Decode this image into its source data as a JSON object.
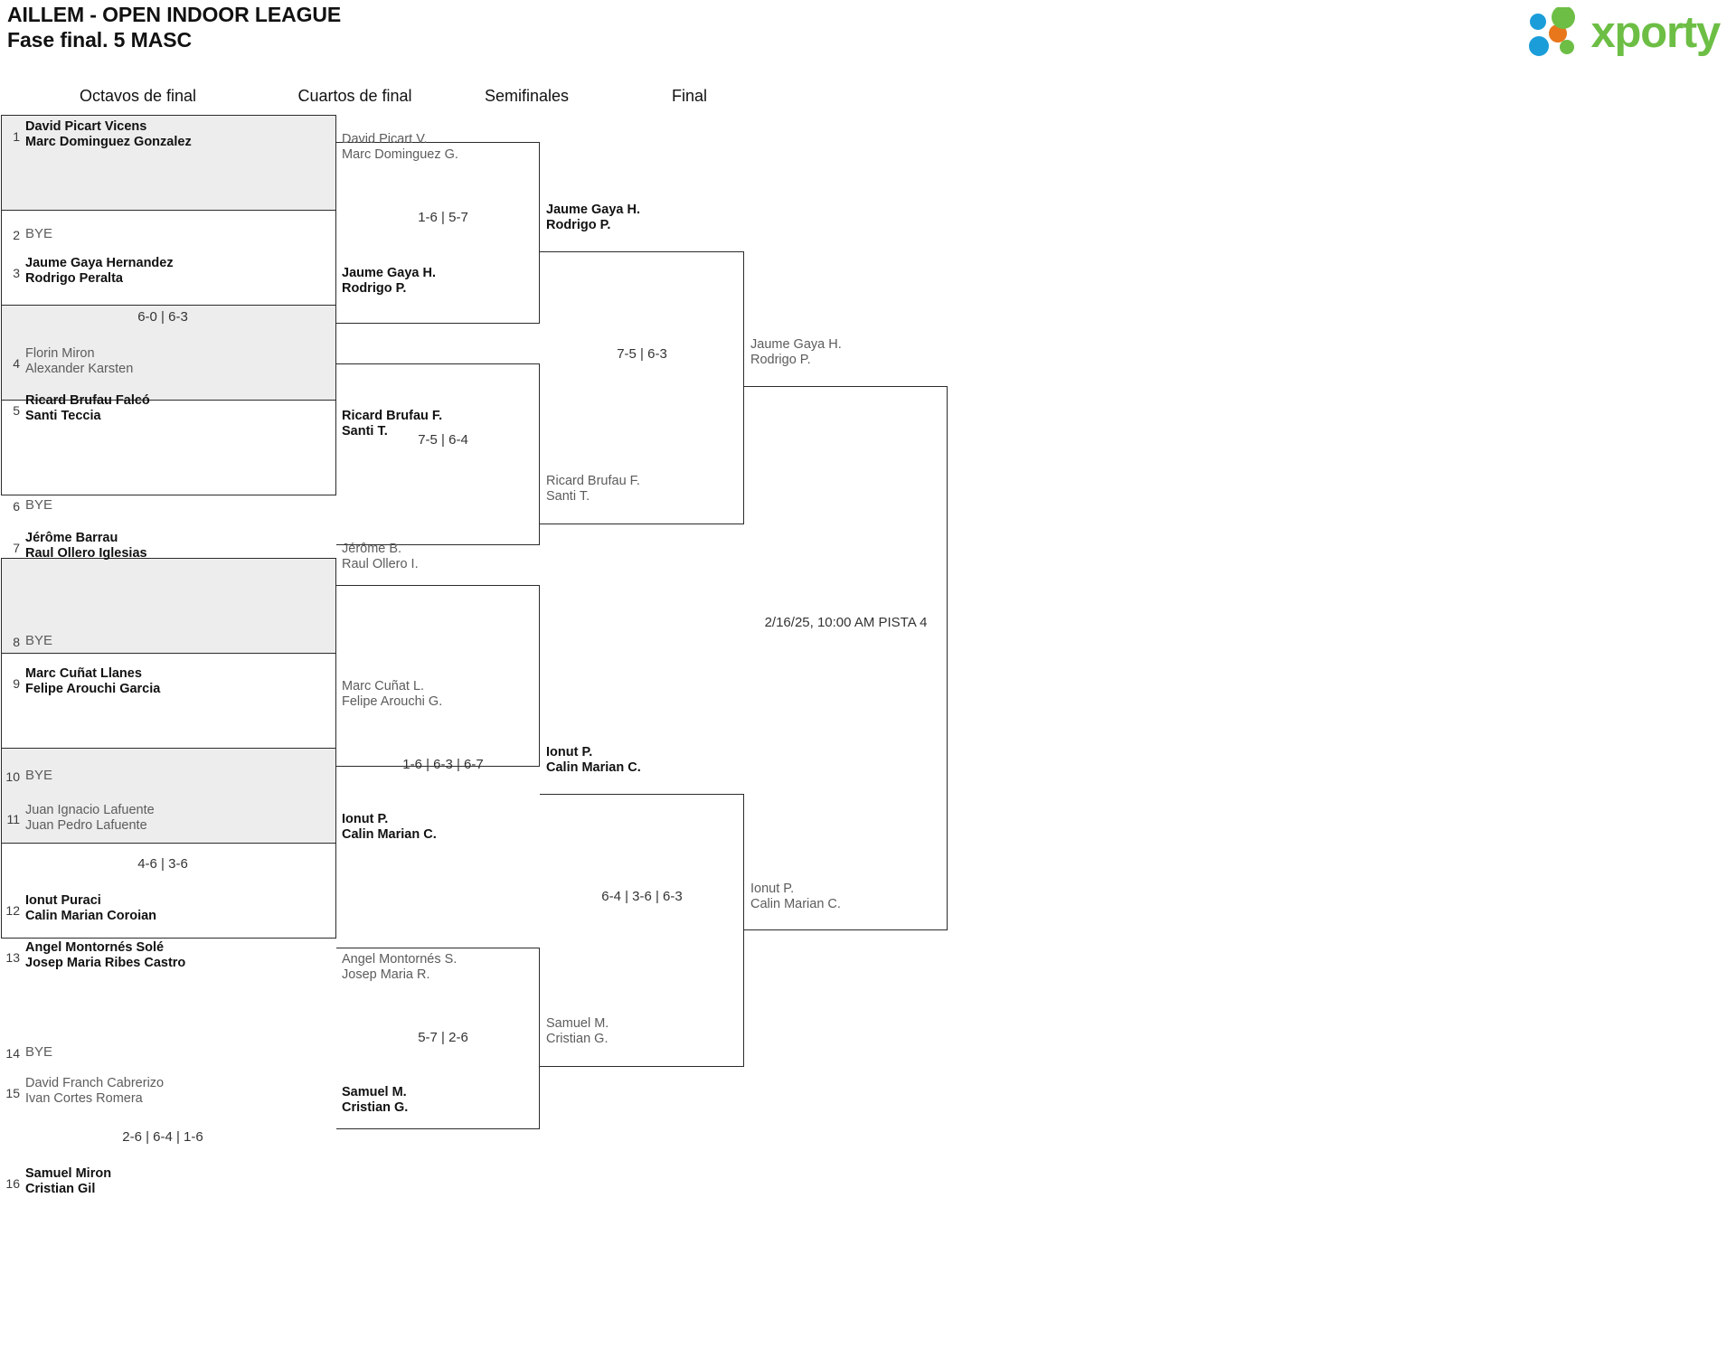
{
  "header": {
    "title_line1": "AILLEM - OPEN INDOOR LEAGUE",
    "title_line2": "Fase final. 5 MASC",
    "logo_word": "xporty",
    "logo_colors": {
      "green": "#6DBE45",
      "blue": "#1B9DD9",
      "orange": "#E8761B"
    }
  },
  "rounds": [
    {
      "key": "r16",
      "label": "Octavos de final"
    },
    {
      "key": "qf",
      "label": "Cuartos de final"
    },
    {
      "key": "sf",
      "label": "Semifinales"
    },
    {
      "key": "f",
      "label": "Final"
    }
  ],
  "bye_label": "BYE",
  "round_of_16": [
    {
      "seed_top": "1",
      "seed_bot": "2",
      "top": {
        "line1": "David Picart Vicens",
        "line2": "Marc Dominguez Gonzalez",
        "state": "win"
      },
      "bottom": {
        "line1": "BYE",
        "line2": "",
        "state": "bye"
      },
      "score": ""
    },
    {
      "seed_top": "3",
      "seed_bot": "4",
      "top": {
        "line1": "Jaume Gaya Hernandez",
        "line2": "Rodrigo Peralta",
        "state": "win"
      },
      "bottom": {
        "line1": "Florin Miron",
        "line2": "Alexander Karsten",
        "state": "lose"
      },
      "score": "6-0 | 6-3"
    },
    {
      "seed_top": "5",
      "seed_bot": "6",
      "top": {
        "line1": "Ricard Brufau Falcó",
        "line2": "Santi Teccia",
        "state": "win"
      },
      "bottom": {
        "line1": "BYE",
        "line2": "",
        "state": "bye"
      },
      "score": ""
    },
    {
      "seed_top": "7",
      "seed_bot": "8",
      "top": {
        "line1": "Jérôme Barrau",
        "line2": "Raul Ollero Iglesias",
        "state": "win"
      },
      "bottom": {
        "line1": "BYE",
        "line2": "",
        "state": "bye"
      },
      "score": ""
    },
    {
      "seed_top": "9",
      "seed_bot": "10",
      "top": {
        "line1": "Marc Cuñat Llanes",
        "line2": "Felipe Arouchi Garcia",
        "state": "win"
      },
      "bottom": {
        "line1": "BYE",
        "line2": "",
        "state": "bye"
      },
      "score": ""
    },
    {
      "seed_top": "11",
      "seed_bot": "12",
      "top": {
        "line1": "Juan Ignacio Lafuente",
        "line2": "Juan Pedro Lafuente",
        "state": "lose"
      },
      "bottom": {
        "line1": "Ionut Puraci",
        "line2": "Calin Marian Coroian",
        "state": "win"
      },
      "score": "4-6 | 3-6"
    },
    {
      "seed_top": "13",
      "seed_bot": "14",
      "top": {
        "line1": "Angel Montornés Solé",
        "line2": "Josep Maria Ribes Castro",
        "state": "win"
      },
      "bottom": {
        "line1": "BYE",
        "line2": "",
        "state": "bye"
      },
      "score": ""
    },
    {
      "seed_top": "15",
      "seed_bot": "16",
      "top": {
        "line1": "David Franch Cabrerizo",
        "line2": "Ivan Cortes Romera",
        "state": "lose"
      },
      "bottom": {
        "line1": "Samuel Miron",
        "line2": "Cristian Gil",
        "state": "win"
      },
      "score": "2-6 | 6-4 | 1-6"
    }
  ],
  "quarter_finals": [
    {
      "top": {
        "line1": "David Picart V.",
        "line2": "Marc Dominguez G.",
        "state": "lose"
      },
      "bottom": {
        "line1": "Jaume Gaya H.",
        "line2": "Rodrigo P.",
        "state": "win"
      },
      "score": "1-6 | 5-7"
    },
    {
      "top": {
        "line1": "Ricard Brufau F.",
        "line2": "Santi T.",
        "state": "win"
      },
      "bottom": {
        "line1": "Jérôme B.",
        "line2": "Raul Ollero I.",
        "state": "lose"
      },
      "score": "7-5 | 6-4"
    },
    {
      "top": {
        "line1": "Marc Cuñat L.",
        "line2": "Felipe Arouchi G.",
        "state": "lose"
      },
      "bottom": {
        "line1": "Ionut P.",
        "line2": "Calin Marian C.",
        "state": "win"
      },
      "score": "1-6 | 6-3 | 6-7"
    },
    {
      "top": {
        "line1": "Angel Montornés S.",
        "line2": "Josep Maria R.",
        "state": "lose"
      },
      "bottom": {
        "line1": "Samuel M.",
        "line2": "Cristian G.",
        "state": "win"
      },
      "score": "5-7 | 2-6"
    }
  ],
  "semi_finals": [
    {
      "top": {
        "line1": "Jaume Gaya H.",
        "line2": "Rodrigo P.",
        "state": "win"
      },
      "bottom": {
        "line1": "Ricard Brufau F.",
        "line2": "Santi T.",
        "state": "lose"
      },
      "score": "7-5 | 6-3"
    },
    {
      "top": {
        "line1": "Ionut P.",
        "line2": "Calin Marian C.",
        "state": "win"
      },
      "bottom": {
        "line1": "Samuel M.",
        "line2": "Cristian G.",
        "state": "lose"
      },
      "score": "6-4 | 3-6 | 6-3"
    }
  ],
  "final": {
    "top": {
      "line1": "Jaume Gaya H.",
      "line2": "Rodrigo P.",
      "state": "lose"
    },
    "bottom": {
      "line1": "Ionut P.",
      "line2": "Calin Marian C.",
      "state": "lose"
    },
    "schedule": "2/16/25, 10:00 AM PISTA 4"
  }
}
